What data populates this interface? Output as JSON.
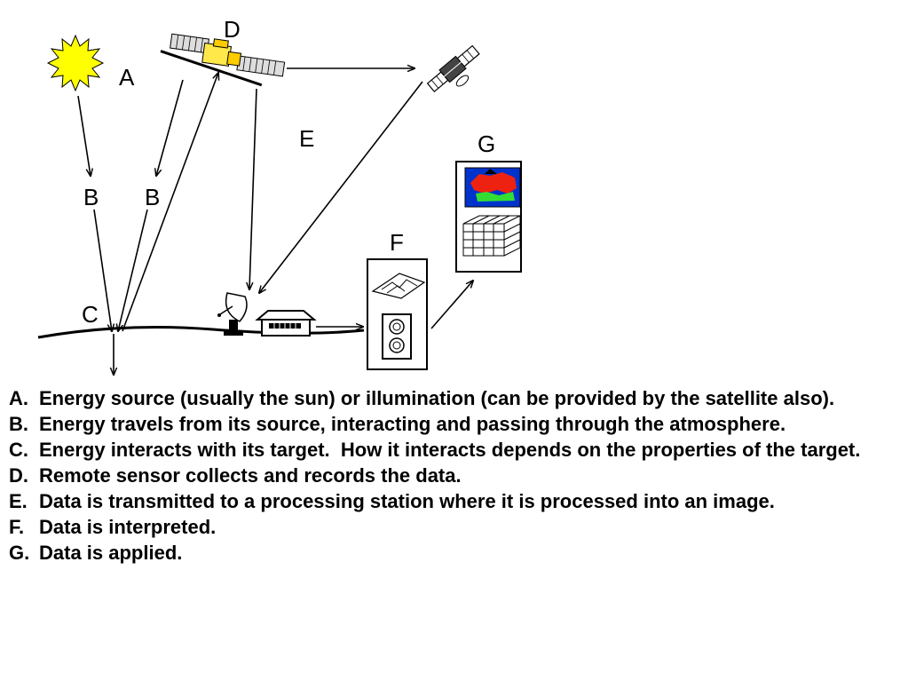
{
  "diagram": {
    "labels": {
      "a": "A",
      "b_left": "B",
      "b_right": "B",
      "c": "C",
      "d": "D",
      "e": "E",
      "f": "F",
      "g": "G"
    },
    "icons": [
      "sun-icon",
      "satellite-icon",
      "relay-satellite-icon",
      "ground-antenna-icon",
      "ground-station-icon",
      "processing-unit-icon",
      "image-panel-icon"
    ],
    "colors": {
      "sun": "#ffff00",
      "image_blue": "#0033cc",
      "image_red": "#ee2211",
      "image_green": "#33dd33"
    }
  },
  "legend": {
    "items": [
      {
        "key": "A.",
        "text": "Energy source (usually the sun) or illumination (can be provided by the satellite also)."
      },
      {
        "key": "B.",
        "text": "Energy travels from its source, interacting and passing through the atmosphere."
      },
      {
        "key": "C.",
        "text": "Energy interacts with its target.  How it interacts depends on the properties of the target."
      },
      {
        "key": "D.",
        "text": "Remote sensor collects and records the data."
      },
      {
        "key": "E.",
        "text": "Data is transmitted to a processing station where it is processed into an image."
      },
      {
        "key": "F.",
        "text": "Data is interpreted."
      },
      {
        "key": "G.",
        "text": "Data is applied."
      }
    ]
  }
}
